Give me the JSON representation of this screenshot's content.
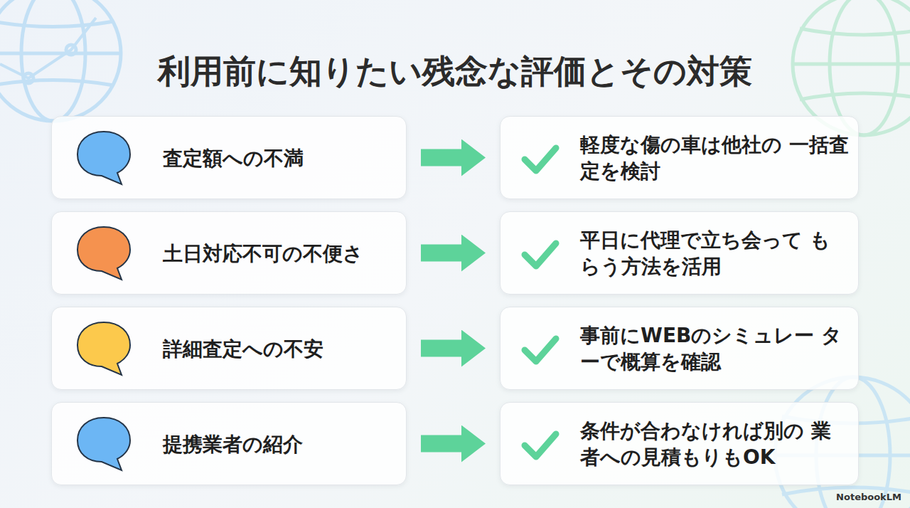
{
  "diagram": {
    "title": "利用前に知りたい残念な評価とその対策",
    "nodes": [
      {
        "text": [
          "査定額への不満"
        ]
      },
      {
        "text": [
          "軽度な傷の車は他社の 一括査定を検討"
        ]
      },
      {
        "text": [
          "土日対応不可の不便さ"
        ]
      },
      {
        "text": [
          "平日に代理で立ち会って もらう方法を活用"
        ]
      },
      {
        "text": [
          "詳細査定への不安"
        ]
      },
      {
        "text": [
          "事前にWEBのシミュレー ターで概算を確認"
        ]
      },
      {
        "text": [
          "提携業者の紹介"
        ]
      },
      {
        "text": [
          "条件が合わなければ別の 業者への見積もりもOK"
        ]
      }
    ],
    "edges": [
      {
        "from": 0,
        "to": 1,
        "arrow": "to"
      },
      {
        "from": 2,
        "to": 3,
        "arrow": "to"
      },
      {
        "from": 4,
        "to": 5,
        "arrow": "to"
      },
      {
        "from": 6,
        "to": 7,
        "arrow": "to"
      }
    ],
    "labels": [
      "NotebookLM"
    ]
  }
}
